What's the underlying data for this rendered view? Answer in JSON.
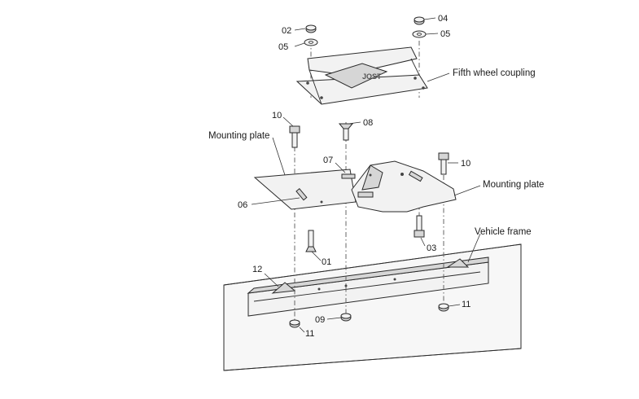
{
  "labels": {
    "fifth_wheel_coupling": "Fifth wheel coupling",
    "mounting_plate_left": "Mounting plate",
    "mounting_plate_right": "Mounting plate",
    "vehicle_frame": "Vehicle frame",
    "logo_text": "JOST"
  },
  "callouts": {
    "c02": "02",
    "c04": "04",
    "c05_left": "05",
    "c05_right": "05",
    "c10_left": "10",
    "c08": "08",
    "c07": "07",
    "c10_right": "10",
    "c06": "06",
    "c03": "03",
    "c01": "01",
    "c12": "12",
    "c11_right": "11",
    "c09": "09",
    "c11_left": "11"
  }
}
